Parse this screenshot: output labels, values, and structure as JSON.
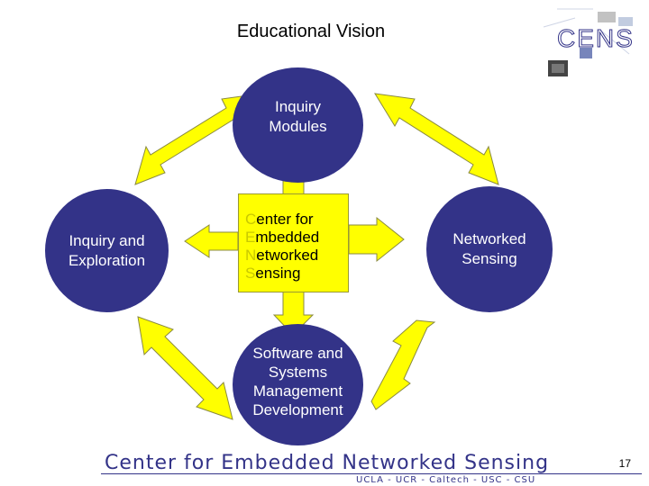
{
  "title": "Educational Vision",
  "logo": {
    "text": "CENS"
  },
  "nodes": {
    "top": {
      "line1": "Inquiry",
      "line2": "Modules"
    },
    "left": {
      "line1": "Inquiry and",
      "line2": "Exploration"
    },
    "right": {
      "line1": "Networked",
      "line2": "Sensing"
    },
    "bottom": {
      "line1": "Software and",
      "line2": "Systems",
      "line3": "Management",
      "line4": "Development"
    }
  },
  "center": {
    "lines": [
      {
        "first": "C",
        "rest": "enter for"
      },
      {
        "first": "E",
        "rest": "mbedded"
      },
      {
        "first": "N",
        "rest": "etworked"
      },
      {
        "first": "S",
        "rest": "ensing"
      }
    ]
  },
  "footer": {
    "title": "Center for Embedded Networked Sensing",
    "subtitle": "UCLA - UCR - Caltech - USC - CSU"
  },
  "page_number": "17",
  "colors": {
    "circle": "#333388",
    "arrow": "#ffff00",
    "arrow_stroke": "#8a8a40"
  }
}
